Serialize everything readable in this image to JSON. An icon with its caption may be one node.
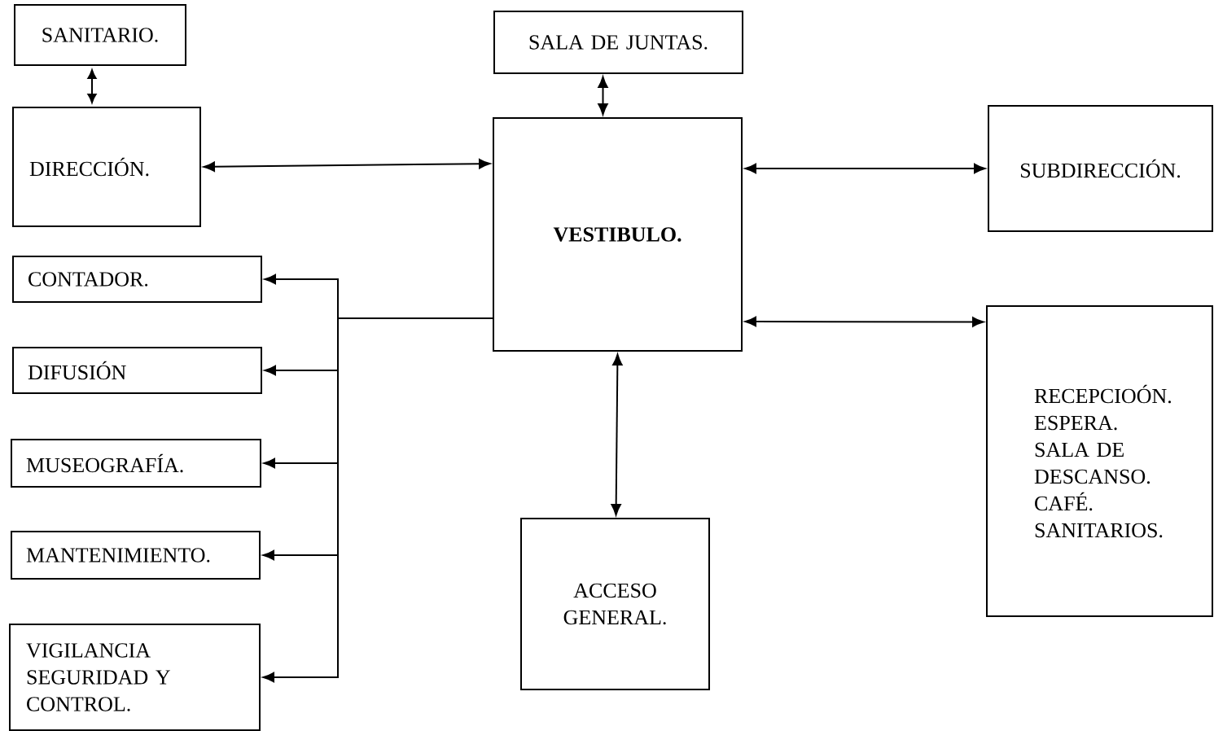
{
  "diagram": {
    "nodes": [
      {
        "text": [
          "SANITARIO."
        ]
      },
      {
        "text": [
          "DIRECCIÓN."
        ]
      },
      {
        "text": [
          "SALA DE JUNTAS."
        ]
      },
      {
        "text": [
          "VESTIBULO."
        ]
      },
      {
        "text": [
          "SUBDIRECCIÓN."
        ]
      },
      {
        "text": [
          "CONTADOR."
        ]
      },
      {
        "text": [
          "DIFUSIÓN"
        ]
      },
      {
        "text": [
          "MUSEOGRAFÍA."
        ]
      },
      {
        "text": [
          "MANTENIMIENTO."
        ]
      },
      {
        "text": [
          "VIGILANCIA SEGURIDAD Y CONTROL."
        ]
      },
      {
        "text": [
          "RECEPCIOÓN.",
          "ESPERA.",
          "SALA DE DESCANSO.",
          "CAFÉ.",
          "SANITARIOS."
        ]
      },
      {
        "text": [
          "ACCESO GENERAL."
        ]
      }
    ],
    "edges": [
      {
        "from": 0,
        "to": 1,
        "arrow": "both"
      },
      {
        "from": 1,
        "to": 3,
        "arrow": "both"
      },
      {
        "from": 2,
        "to": 3,
        "arrow": "both"
      },
      {
        "from": 3,
        "to": 4,
        "arrow": "both"
      },
      {
        "from": 3,
        "to": 10,
        "arrow": "both"
      },
      {
        "from": 3,
        "to": 11,
        "arrow": "both"
      },
      {
        "from": 3,
        "to": 5,
        "arrow": "to"
      },
      {
        "from": 3,
        "to": 6,
        "arrow": "to"
      },
      {
        "from": 3,
        "to": 7,
        "arrow": "to"
      },
      {
        "from": 3,
        "to": 8,
        "arrow": "to"
      },
      {
        "from": 3,
        "to": 9,
        "arrow": "to"
      }
    ]
  }
}
